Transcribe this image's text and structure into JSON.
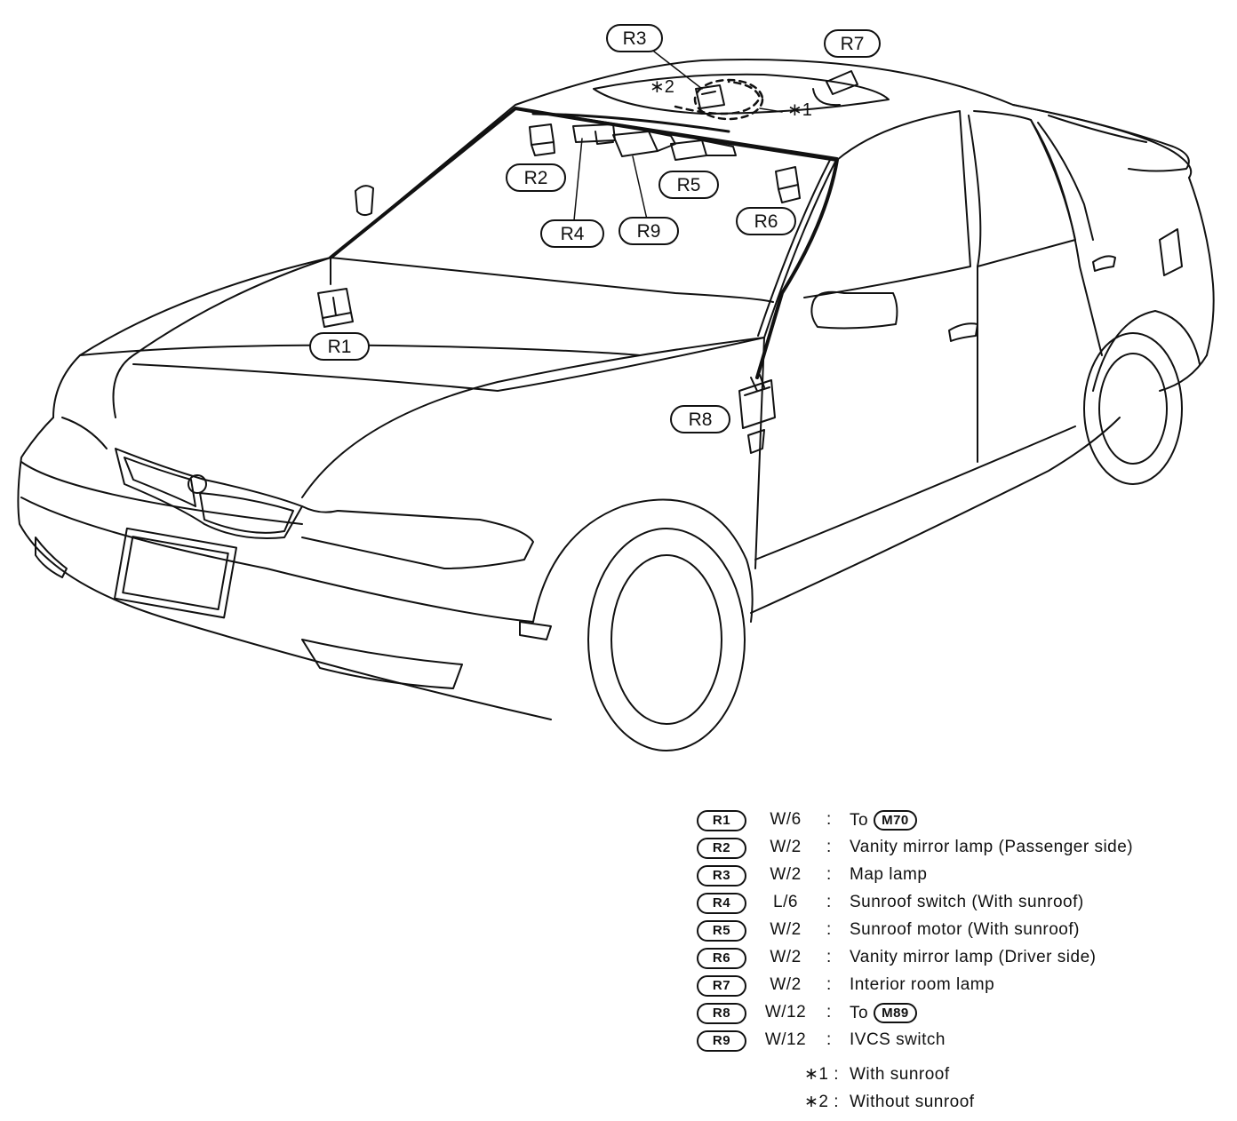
{
  "callouts": [
    "R1",
    "R2",
    "R3",
    "R4",
    "R5",
    "R6",
    "R7",
    "R8",
    "R9"
  ],
  "stars": [
    "∗2",
    "∗1"
  ],
  "legend": [
    {
      "code": "R1",
      "wire": "W/6",
      "desc": "To",
      "ref": "M70"
    },
    {
      "code": "R2",
      "wire": "W/2",
      "desc": "Vanity mirror lamp (Passenger side)"
    },
    {
      "code": "R3",
      "wire": "W/2",
      "desc": "Map lamp"
    },
    {
      "code": "R4",
      "wire": "L/6",
      "desc": "Sunroof switch (With sunroof)"
    },
    {
      "code": "R5",
      "wire": "W/2",
      "desc": "Sunroof motor (With sunroof)"
    },
    {
      "code": "R6",
      "wire": "W/2",
      "desc": "Vanity mirror lamp (Driver side)"
    },
    {
      "code": "R7",
      "wire": "W/2",
      "desc": "Interior room lamp"
    },
    {
      "code": "R8",
      "wire": "W/12",
      "desc": "To",
      "ref": "M89"
    },
    {
      "code": "R9",
      "wire": "W/12",
      "desc": "IVCS switch"
    }
  ],
  "colon": ":",
  "notes": [
    {
      "key": "∗1 :",
      "desc": "With sunroof"
    },
    {
      "key": "∗2 :",
      "desc": "Without sunroof"
    }
  ]
}
